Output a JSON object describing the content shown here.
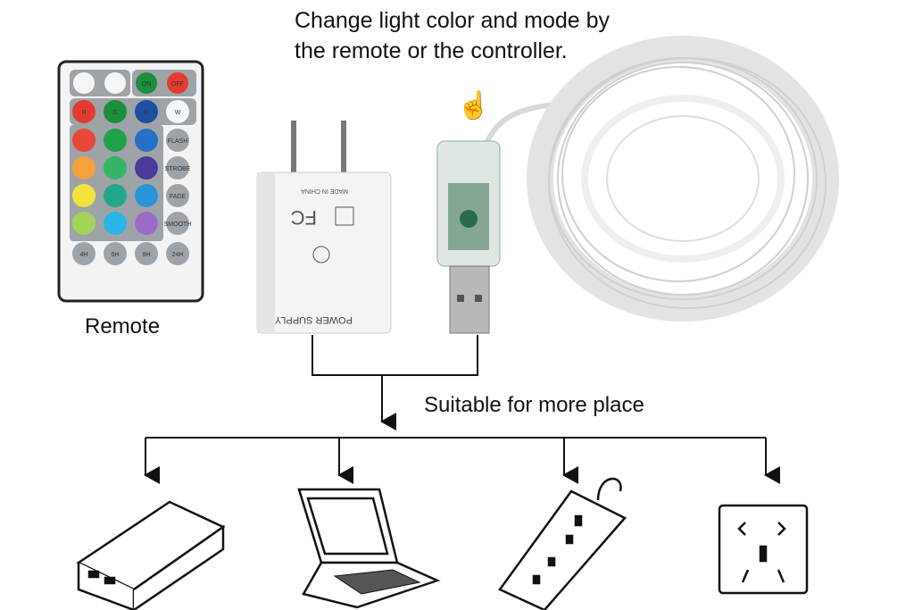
{
  "title_lines": [
    "Change light color and mode by",
    "the remote or the controller."
  ],
  "remote_label": "Remote",
  "suitable_label": "Suitable for more place",
  "remote": {
    "top_buttons": [
      "ON",
      "OFF"
    ],
    "rgbw": [
      "R",
      "G",
      "B",
      "W"
    ],
    "modes": [
      "FLASH",
      "STROBE",
      "FADE",
      "SMOOTH"
    ],
    "timers": [
      "4H",
      "6H",
      "8H",
      "24H"
    ],
    "colors": {
      "row1": [
        "#e8483a",
        "#1fa24a",
        "#2670c8"
      ],
      "row2": [
        "#f5a23a",
        "#33b466",
        "#4b3a9a"
      ],
      "row3": [
        "#f1e33b",
        "#21a88a",
        "#2a95d6"
      ],
      "row4": [
        "#a6d35a",
        "#29b5e6",
        "#9a6cc6"
      ]
    }
  },
  "adapter_text": [
    "POWER SUPPLY",
    "MADE IN CHINA"
  ],
  "devices": [
    "power-bank",
    "laptop",
    "power-strip",
    "wall-outlet"
  ]
}
